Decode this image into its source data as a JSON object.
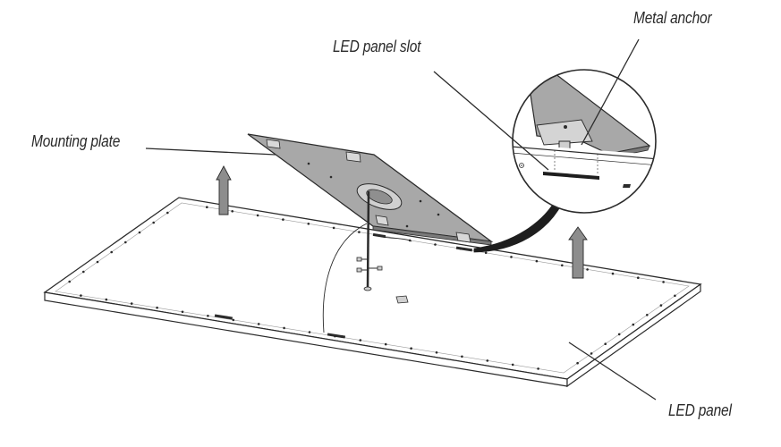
{
  "labels": {
    "metal_anchor": "Metal anchor",
    "led_panel_slot": "LED panel slot",
    "mounting_plate": "Mounting plate",
    "led_panel": "LED panel"
  },
  "colors": {
    "outline": "#2b2b2b",
    "plate_fill": "#a8a8a8",
    "arrow_fill": "#8d8d8d",
    "panel_fill": "#ffffff",
    "detail_fill": "#c9c9c9"
  }
}
